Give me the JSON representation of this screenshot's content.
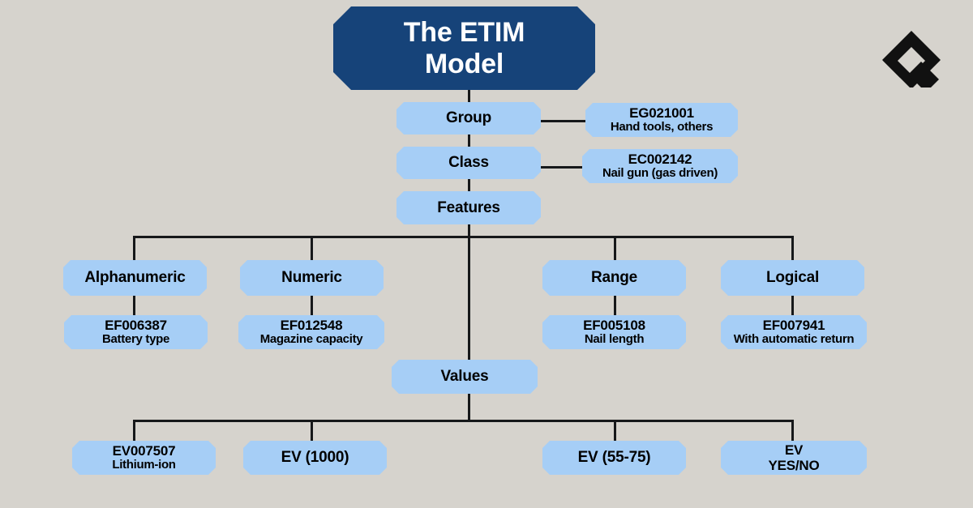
{
  "background_color": "#d6d3cd",
  "accent_navy": "#164379",
  "node_blue": "#a6cef6",
  "line_color": "#16181a",
  "header": {
    "title": "The ETIM\nModel",
    "logo_name": "diamond-q-logo"
  },
  "hierarchy": {
    "group": {
      "label": "Group",
      "example": {
        "code": "EG021001",
        "description": "Hand tools, others"
      }
    },
    "class": {
      "label": "Class",
      "example": {
        "code": "EC002142",
        "description": "Nail gun (gas driven)"
      }
    },
    "features": {
      "label": "Features",
      "types": [
        {
          "label": "Alphanumeric",
          "code": "EF006387",
          "description": "Battery type"
        },
        {
          "label": "Numeric",
          "code": "EF012548",
          "description": "Magazine capacity"
        },
        {
          "label": "Range",
          "code": "EF005108",
          "description": "Nail length"
        },
        {
          "label": "Logical",
          "code": "EF007941",
          "description": "With automatic return"
        }
      ]
    },
    "values": {
      "label": "Values",
      "examples": [
        {
          "code": "EV007507",
          "description": "Lithium-ion"
        },
        {
          "code": "EV (1000)",
          "description": ""
        },
        {
          "code": "EV (55-75)",
          "description": ""
        },
        {
          "code": "EV",
          "description": "YES/NO"
        }
      ]
    }
  }
}
